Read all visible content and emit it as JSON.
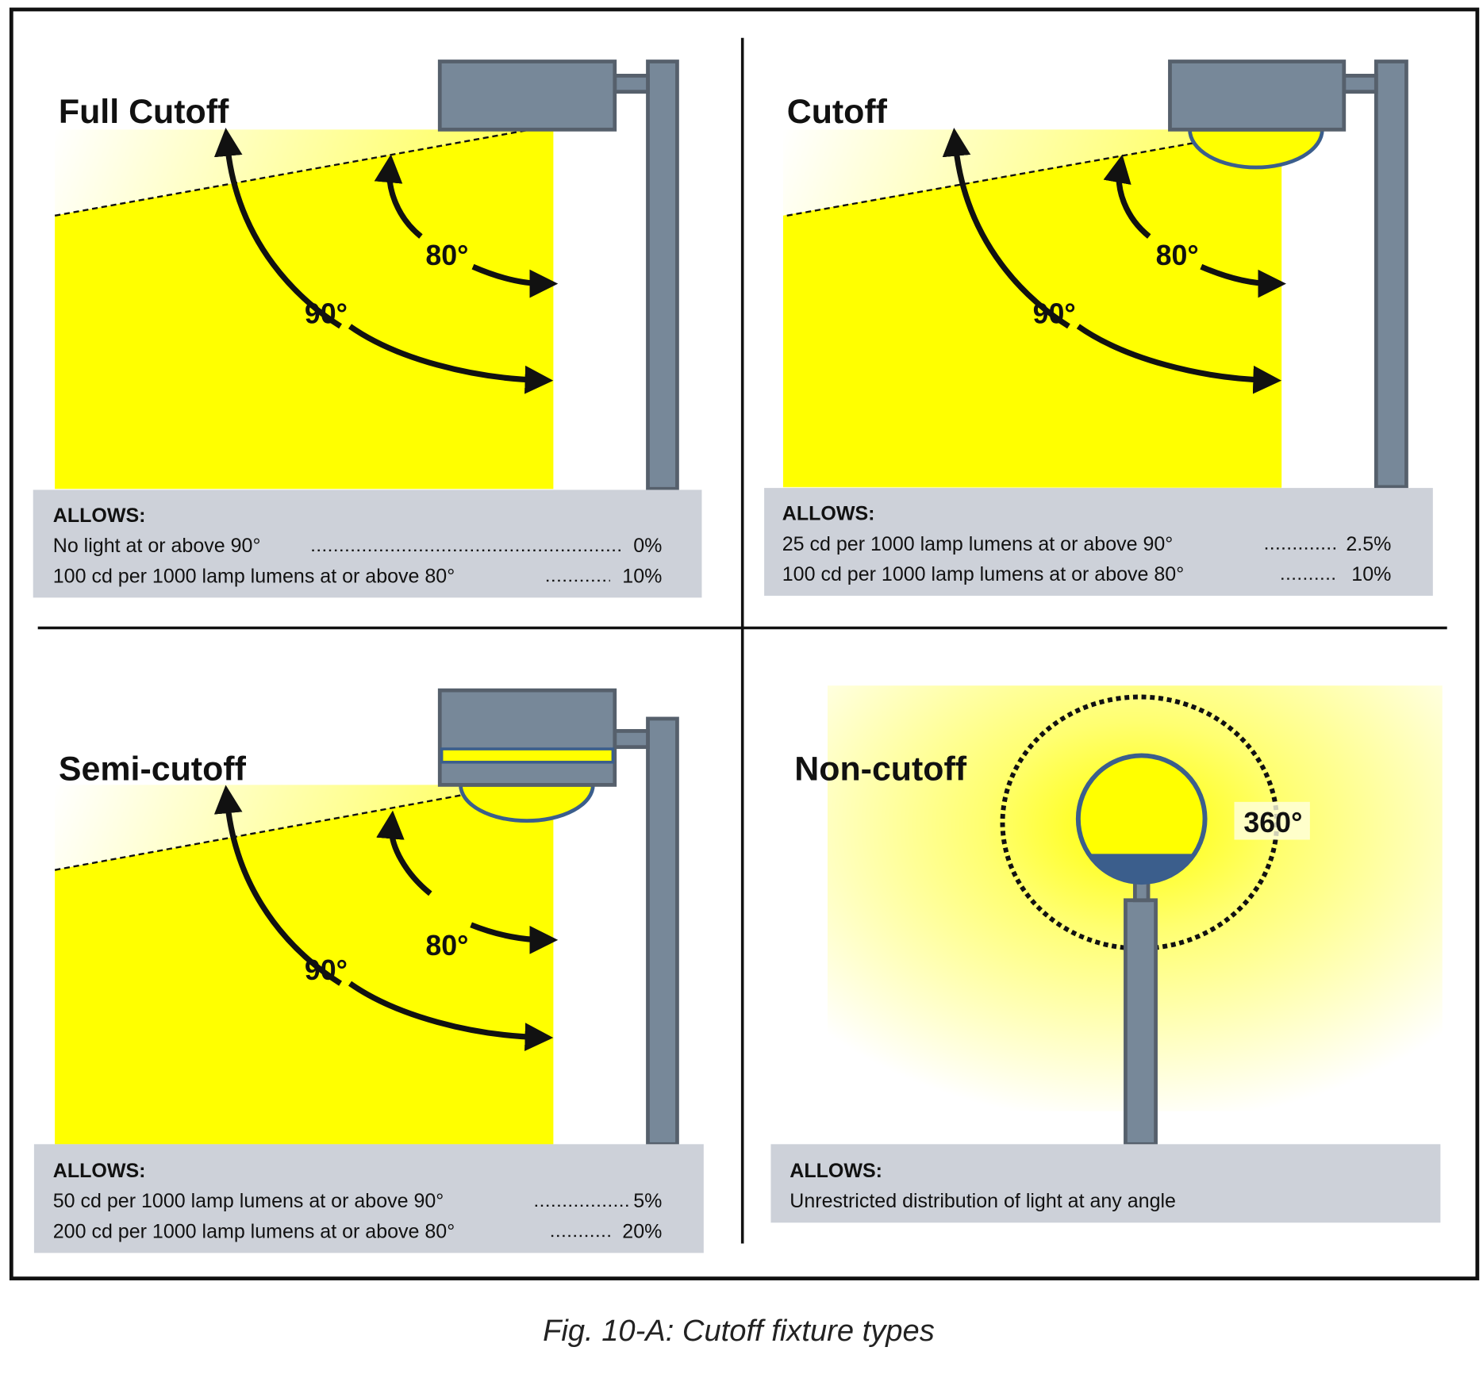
{
  "colors": {
    "light": "#ffff00",
    "fixture": "#778899",
    "allows_box": "#cdd1d9",
    "globe_base": "#3b5e8c"
  },
  "panels": [
    {
      "title": "Full Cutoff",
      "angle_outer": "90°",
      "angle_inner": "80°",
      "allows_label": "ALLOWS:",
      "rows": [
        {
          "text": "No light at or above 90°",
          "value": "0%"
        },
        {
          "text": "100 cd per 1000 lamp lumens at or above 80°",
          "value": "10%"
        }
      ]
    },
    {
      "title": "Cutoff",
      "angle_outer": "90°",
      "angle_inner": "80°",
      "allows_label": "ALLOWS:",
      "rows": [
        {
          "text": "25 cd per 1000 lamp lumens at or above 90°",
          "value": "2.5%"
        },
        {
          "text": "100 cd per 1000 lamp lumens at or above 80°",
          "value": "10%"
        }
      ]
    },
    {
      "title": "Semi-cutoff",
      "angle_outer": "90°",
      "angle_inner": "80°",
      "allows_label": "ALLOWS:",
      "rows": [
        {
          "text": "50 cd per 1000 lamp lumens at or above 90°",
          "value": "5%"
        },
        {
          "text": "200 cd per 1000 lamp lumens at or above 80°",
          "value": "20%"
        }
      ]
    },
    {
      "title": "Non-cutoff",
      "angle": "360°",
      "allows_label": "ALLOWS:",
      "rows": [
        {
          "text": "Unrestricted distribution of light at any angle"
        }
      ]
    }
  ],
  "caption": "Fig. 10-A: Cutoff fixture types"
}
